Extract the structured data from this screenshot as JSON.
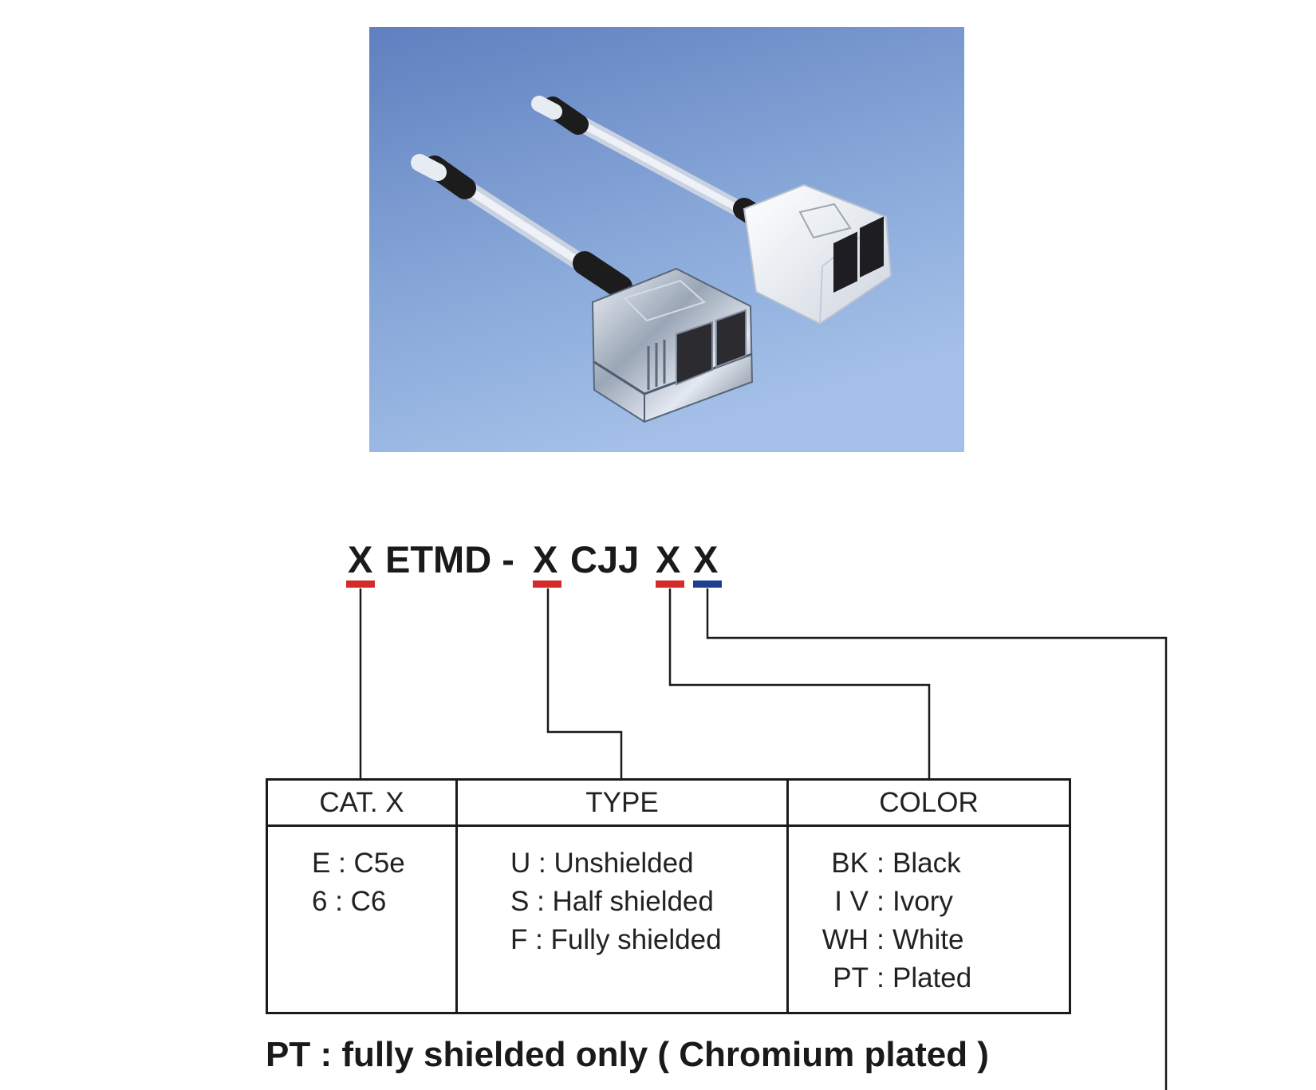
{
  "photo": {
    "subject": "two RJ45 cable splitter adapters on blue background: chromium plated and white",
    "background_color": "#7b97c9"
  },
  "part_number": {
    "segments": [
      "X",
      "ETMD -",
      "X",
      "CJJ",
      "X",
      "X"
    ],
    "underline_colors": {
      "red": "#d42a2a",
      "blue": "#1f3f8f"
    }
  },
  "table": {
    "headers": [
      "CAT. X",
      "TYPE",
      "COLOR"
    ],
    "cat_options": [
      "E : C5e",
      "6 : C6"
    ],
    "type_options": [
      "U : Unshielded",
      "S : Half shielded",
      "F : Fully shielded"
    ],
    "color_options": [
      {
        "code": "BK",
        "name": "Black"
      },
      {
        "code": "I V",
        "name": "Ivory"
      },
      {
        "code": "WH",
        "name": "White"
      },
      {
        "code": "PT",
        "name": "Plated"
      }
    ]
  },
  "footnote": "PT : fully shielded only ( Chromium plated )"
}
